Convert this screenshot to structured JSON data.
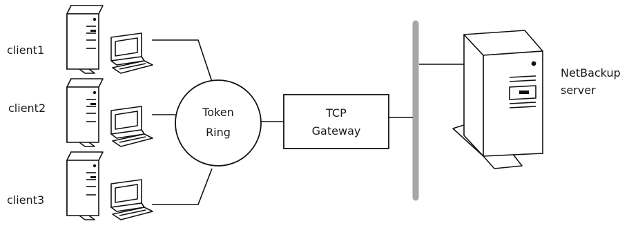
{
  "clients": [
    {
      "label": "client1"
    },
    {
      "label": "client2"
    },
    {
      "label": "client3"
    }
  ],
  "token_ring": {
    "line1": "Token",
    "line2": "Ring"
  },
  "tcp_gateway": {
    "line1": "TCP",
    "line2": "Gateway"
  },
  "server": {
    "line1": "NetBackup",
    "line2": "server"
  },
  "colors": {
    "backbone": "#a6a6a6",
    "stroke": "#111111",
    "background": "#ffffff"
  }
}
